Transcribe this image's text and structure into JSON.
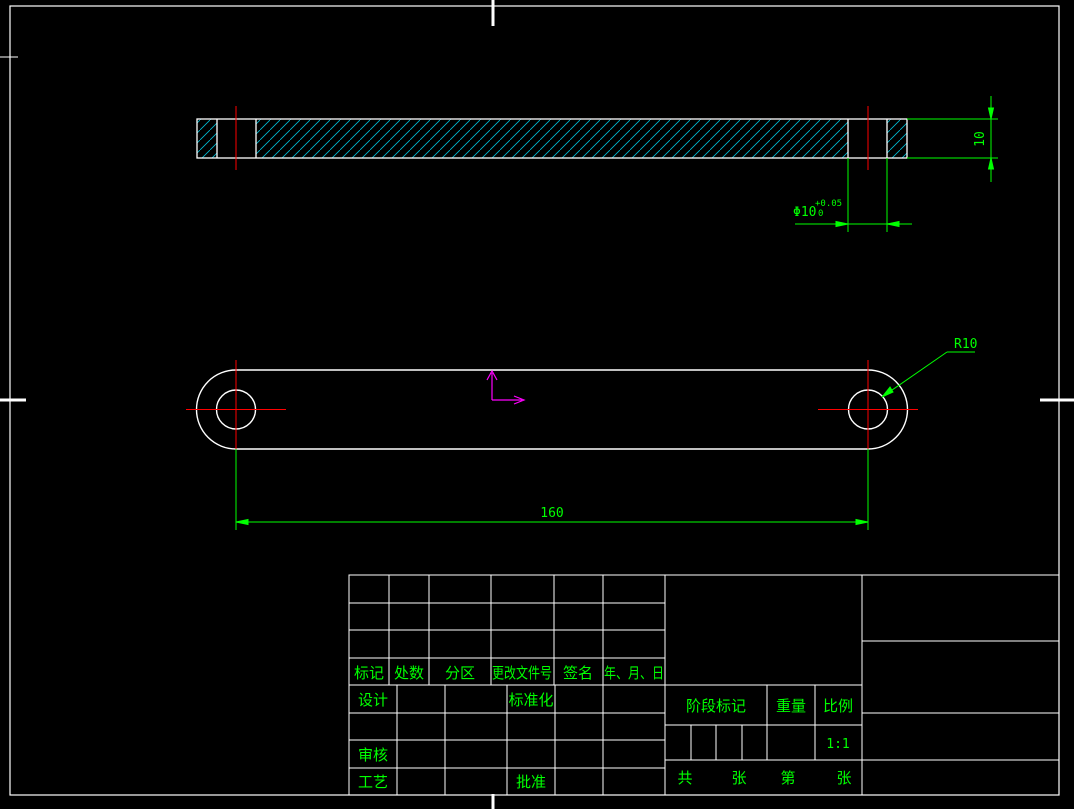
{
  "colors": {
    "background": "#000000",
    "outline": "#ffffff",
    "dimension": "#00ff00",
    "centerline": "#ff0000",
    "hatch": "#00bcd4",
    "ucs": "#ff00ff"
  },
  "dimensions": {
    "length": "160",
    "thickness": "10",
    "radius": "R10",
    "bore_main": "Φ10",
    "bore_upper_tol": "+0.05",
    "bore_lower_tol": "0"
  },
  "title_block": {
    "mark": "标记",
    "count": "处数",
    "zone": "分区",
    "change_doc": "更改文件号",
    "signature": "签名",
    "date": "年、月、日",
    "design": "设计",
    "standardize": "标准化",
    "review": "审核",
    "process": "工艺",
    "approve": "批准",
    "stage_mark": "阶段标记",
    "weight": "重量",
    "scale_label": "比例",
    "scale_value": "1:1",
    "total": "共",
    "sheets_a": "张",
    "number": "第",
    "sheets_b": "张"
  }
}
